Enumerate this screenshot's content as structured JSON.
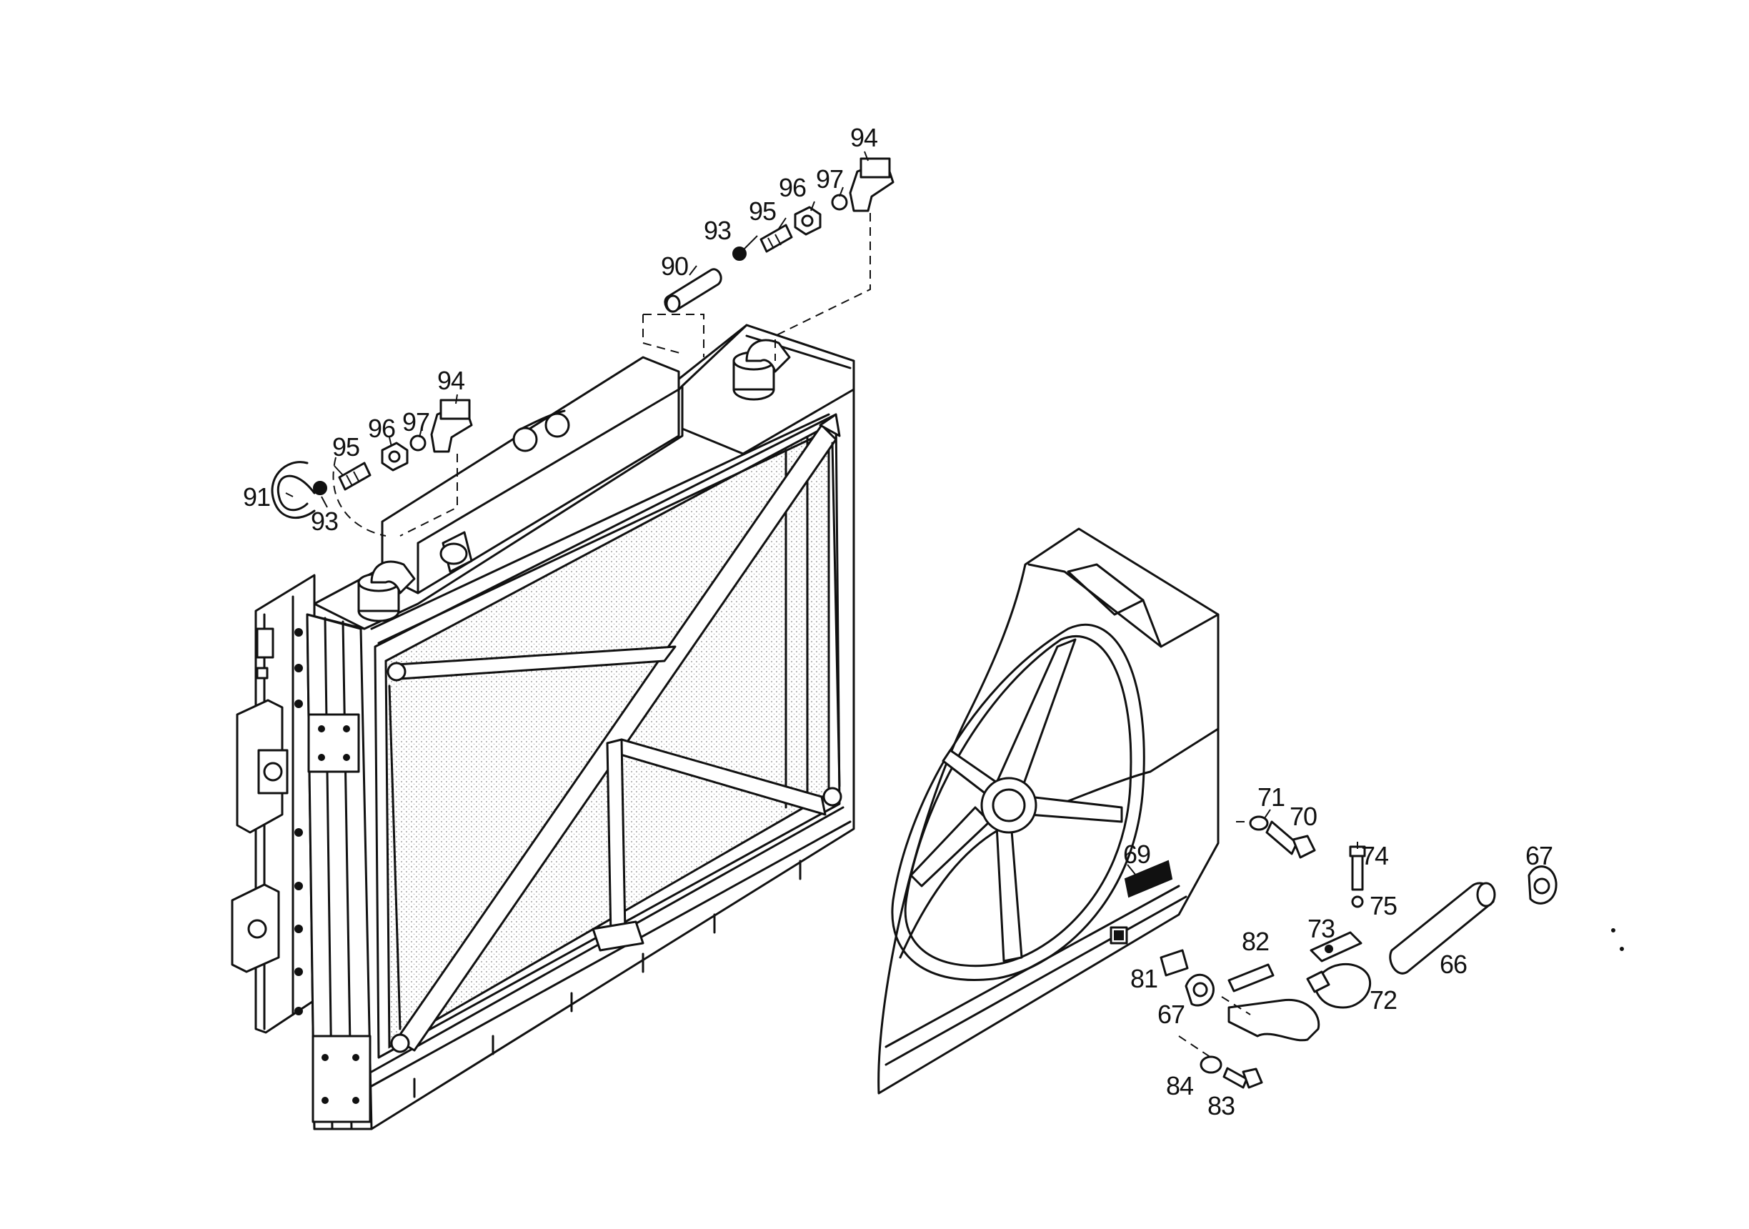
{
  "callouts": {
    "c94_top": "94",
    "c97_top": "97",
    "c96_top": "96",
    "c95_top": "95",
    "c93_top": "93",
    "c90": "90",
    "c94_left": "94",
    "c96_left": "96",
    "c97_left": "97",
    "c95_left": "95",
    "c91": "91",
    "c93_left": "93",
    "c71": "71",
    "c70": "70",
    "c74": "74",
    "c75": "75",
    "c67_right": "67",
    "c69": "69",
    "c82": "82",
    "c73": "73",
    "c66": "66",
    "c81": "81",
    "c72": "72",
    "c67_left": "67",
    "c84": "84",
    "c83": "83"
  },
  "colors": {
    "ink": "#111111",
    "paper": "#ffffff",
    "screen_dots": "#888888"
  }
}
